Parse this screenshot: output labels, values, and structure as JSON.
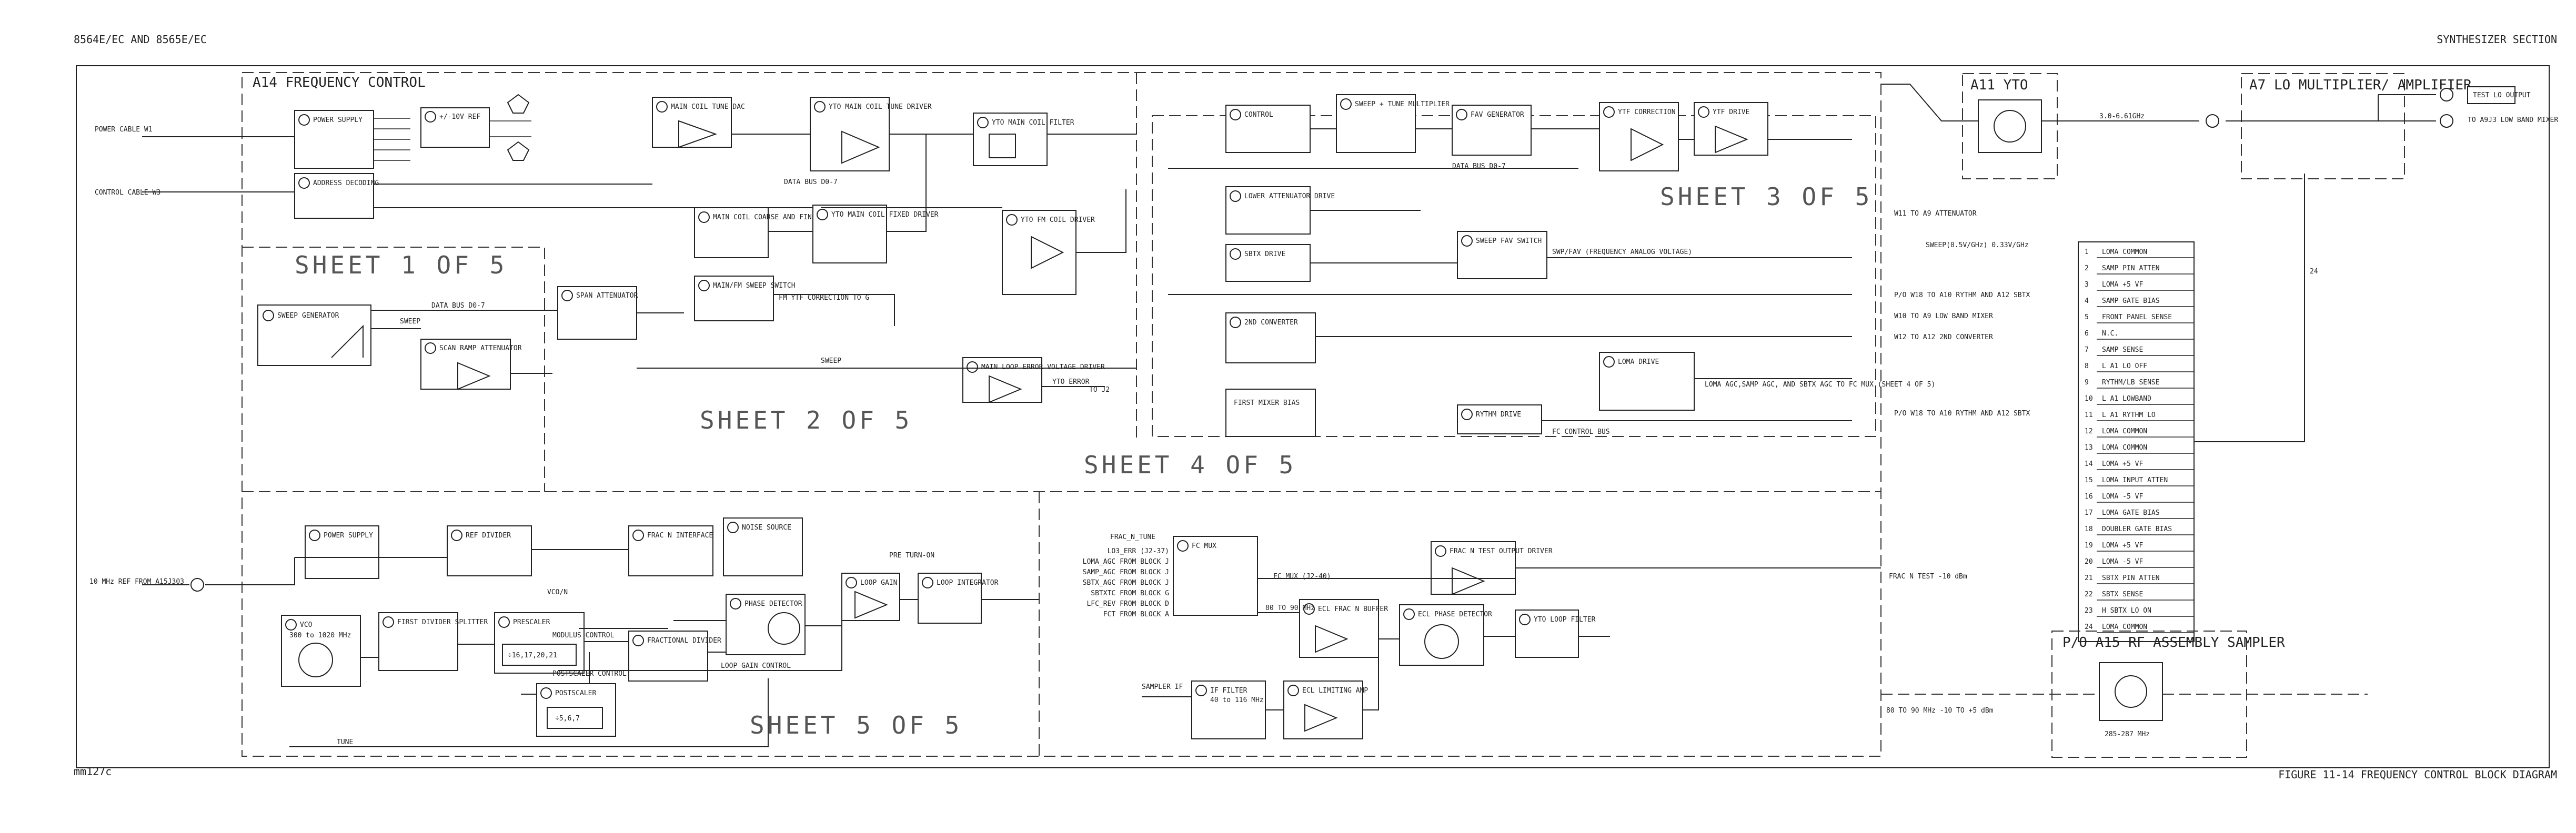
{
  "header": {
    "left": "8564E/EC AND 8565E/EC",
    "right": "SYNTHESIZER SECTION"
  },
  "footer": {
    "left": "mm127c",
    "right": "FIGURE 11-14 FREQUENCY CONTROL BLOCK DIAGRAM"
  },
  "assemblies": {
    "a14": "A14 FREQUENCY CONTROL",
    "a11": "A11 YTO",
    "a7": "A7 LO MULTIPLIER/ AMPLIFIER",
    "a15": "P/O A15 RF ASSEMBLY SAMPLER"
  },
  "sheets": [
    "SHEET 1 OF 5",
    "SHEET 2 OF 5",
    "SHEET 3 OF 5",
    "SHEET 4 OF 5",
    "SHEET 5 OF 5"
  ],
  "inputs": {
    "power_cable": "POWER CABLE W1",
    "control_cable": "CONTROL CABLE W3",
    "ref_in": "10 MHz REF FROM A15J303",
    "sampler_if": "SAMPLER IF"
  },
  "blocks": {
    "power_supply": "POWER SUPPLY",
    "ref_10v": "+/-10V REF",
    "address_decoding": "ADDRESS DECODING",
    "sweep_generator": "SWEEP GENERATOR",
    "scan_ramp": "SCAN RAMP ATTENUATOR",
    "span_attenuator": "SPAN ATTENUATOR",
    "main_coil_tune_dac": "MAIN COIL TUNE DAC",
    "main_coil_coarse": "MAIN COIL COARSE AND FINE DACS",
    "main_fm_sweep": "MAIN/FM SWEEP SWITCH",
    "yto_main_coil_driver": "YTO MAIN COIL TUNE DRIVER",
    "yto_main_coil_fixed": "YTO MAIN COIL FIXED DRIVER",
    "yto_main_coil_filter": "YTO MAIN COIL FILTER",
    "yto_fm_coil_driver": "YTO FM COIL DRIVER",
    "main_loop_error": "MAIN LOOP ERROR VOLTAGE DRIVER",
    "control": "CONTROL",
    "sweep_tune_mult": "SWEEP + TUNE MULTIPLIER",
    "fav_generator": "FAV GENERATOR",
    "ytf_correction": "YTF CORRECTION",
    "ytf_drive": "YTF DRIVE",
    "lower_atten_drive": "LOWER ATTENUATOR DRIVE",
    "sbtx_drive": "SBTX DRIVE",
    "sweep_fav_switch": "SWEEP FAV SWITCH",
    "second_converter": "2ND CONVERTER",
    "first_mixer_bias": "FIRST MIXER BIAS",
    "loma_drive": "LOMA DRIVE",
    "ytm_drive": "RYTHM DRIVE",
    "power_supply_2": "POWER SUPPLY",
    "ref_divider": "REF DIVIDER",
    "frac_n_interface": "FRAC N INTERFACE",
    "noise_source": "NOISE SOURCE",
    "phase_detector": "PHASE DETECTOR",
    "loop_gain": "LOOP GAIN",
    "loop_integrator": "LOOP INTEGRATOR",
    "vco": "VCO",
    "first_divider": "FIRST DIVIDER SPLITTER",
    "prescaler": "PRESCALER",
    "prescaler_ratio": "÷16,17,20,21",
    "fractional_divider": "FRACTIONAL DIVIDER",
    "postscaler": "POSTSCALER",
    "postscaler_ratio": "÷5,6,7",
    "fc_mux": "FC MUX",
    "frac_n_test": "FRAC N TEST OUTPUT DRIVER",
    "ecl_frac_n": "ECL FRAC N BUFFER",
    "ecl_phase_det": "ECL PHASE DETECTOR",
    "yto_loop_filter": "YTO LOOP FILTER",
    "if_filter": "IF FILTER",
    "ecl_limiting": "ECL LIMITING AMP",
    "vco_range": "300 to 1020 MHz",
    "if_range": "40 to 116 MHz"
  },
  "signals": {
    "yto_out": "3.0-6.61GHz",
    "lo_out": "TO A9J3 LOW BAND MIXER",
    "test_lo": "TEST LO OUTPUT",
    "sampler_ref": "285-287 MHz",
    "sampler_if_out": "80 TO 90 MHz -10 TO +5 dBm",
    "data_bus": "DATA BUS D0-7",
    "fc_control_bus": "FC CONTROL BUS",
    "frac_n_tune": "FRAC_N_TUNE",
    "frac_n_test_out": "FRAC N TEST -10 dBm",
    "range_fm": "FM YTF CORRECTION TO G",
    "sweep": "SWEEP",
    "ytf_out_w11": "W11 TO A9 ATTENUATOR",
    "ytf_out_w18": "P/O W18 TO A10 RYTHM AND A12 SBTX",
    "sweep_out": "SWEEP(0.5V/GHz) 0.33V/GHz",
    "w10_out": "W10 TO A9 LOW BAND MIXER",
    "w12_out": "W12 TO A12 2ND CONVERTER",
    "w18_b": "P/O W18 TO A10 RYTHM AND A12 SBTX",
    "loma_agc": "LOMA AGC,SAMP AGC, AND SBTX AGC TO FC MUX (SHEET 4 OF 5)",
    "sweep_freq": "SWP/FAV (FREQUENCY ANALOG VOLTAGE)",
    "mux_inputs": [
      "LO3_ERR (J2-37)",
      "LOMA_AGC FROM BLOCK J",
      "SAMP_AGC FROM BLOCK J",
      "SBTX_AGC FROM BLOCK J",
      "SBTXTC FROM BLOCK G",
      "LFC_REV FROM BLOCK D",
      "FCT FROM BLOCK A"
    ],
    "mux_out": "FC MUX (J2-40)",
    "modulus_control": "MODULUS CONTROL",
    "postscaler_control": "POSTSCALER CONTROL",
    "loop_gain_control": "LOOP GAIN CONTROL",
    "pre_turn_on": "PRE TURN-ON",
    "tune": "TUNE",
    "vco_n": "VCO/N",
    "yto_error": "YTO ERROR",
    "to_j2": "TO J2",
    "if_80_90": "80 TO 90 MHz"
  },
  "pins": [
    "LOMA COMMON",
    "SAMP PIN ATTEN",
    "LOMA +5 VF",
    "SAMP GATE BIAS",
    "FRONT PANEL SENSE",
    "N.C.",
    "SAMP SENSE",
    "L A1 LO OFF",
    "RYTHM/LB SENSE",
    "L A1 LOWBAND",
    "L A1 RYTHM LO",
    "LOMA COMMON",
    "LOMA COMMON",
    "LOMA +5 VF",
    "LOMA INPUT ATTEN",
    "LOMA -5 VF",
    "LOMA GATE BIAS",
    "DOUBLER GATE BIAS",
    "LOMA +5 VF",
    "LOMA -5 VF",
    "SBTX PIN ATTEN",
    "SBTX SENSE",
    "H SBTX LO ON",
    "LOMA COMMON"
  ],
  "pin_label": "24"
}
